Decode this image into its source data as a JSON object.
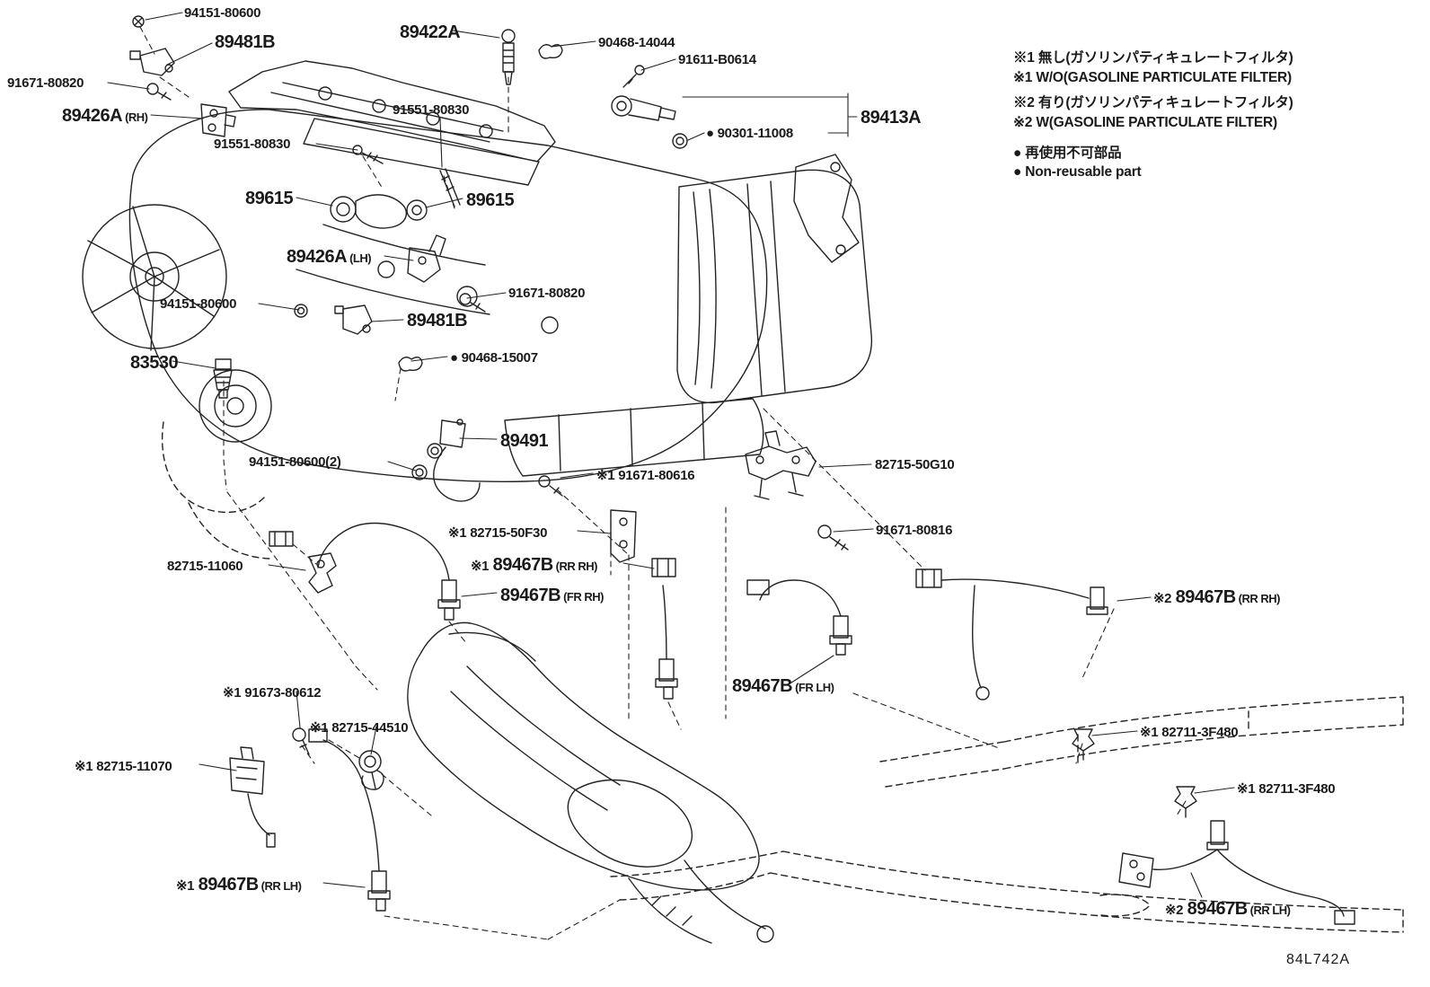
{
  "meta": {
    "code": "84L742A"
  },
  "legend": [
    "※1 無し(ガソリンパティキュレートフィルタ)",
    "※1 W/O(GASOLINE PARTICULATE FILTER)",
    "※2 有り(ガソリンパティキュレートフィルタ)",
    "※2 W(GASOLINE PARTICULATE FILTER)",
    "● 再使用不可部品",
    "● Non-reusable part"
  ],
  "labels": [
    {
      "pre": "",
      "num": "94151-80600",
      "suf": ""
    },
    {
      "pre": "",
      "num": "89481B",
      "suf": ""
    },
    {
      "pre": "",
      "num": "91671-80820",
      "suf": ""
    },
    {
      "pre": "",
      "num": "89426A",
      "suf": "(RH)"
    },
    {
      "pre": "",
      "num": "91551-80830",
      "suf": ""
    },
    {
      "pre": "",
      "num": "91551-80830",
      "suf": ""
    },
    {
      "pre": "",
      "num": "89422A",
      "suf": ""
    },
    {
      "pre": "",
      "num": "90468-14044",
      "suf": ""
    },
    {
      "pre": "",
      "num": "91611-B0614",
      "suf": ""
    },
    {
      "pre": "",
      "num": "89413A",
      "suf": ""
    },
    {
      "pre": "● ",
      "num": "90301-11008",
      "suf": ""
    },
    {
      "pre": "",
      "num": "89615",
      "suf": ""
    },
    {
      "pre": "",
      "num": "89615",
      "suf": ""
    },
    {
      "pre": "",
      "num": "89426A",
      "suf": "(LH)"
    },
    {
      "pre": "",
      "num": "91671-80820",
      "suf": ""
    },
    {
      "pre": "",
      "num": "94151-80600",
      "suf": ""
    },
    {
      "pre": "",
      "num": "89481B",
      "suf": ""
    },
    {
      "pre": "",
      "num": "83530",
      "suf": ""
    },
    {
      "pre": "● ",
      "num": "90468-15007",
      "suf": ""
    },
    {
      "pre": "",
      "num": "89491",
      "suf": ""
    },
    {
      "pre": "",
      "num": "94151-80600(2)",
      "suf": ""
    },
    {
      "pre": "※1 ",
      "num": "91671-80616",
      "suf": ""
    },
    {
      "pre": "",
      "num": "82715-50G10",
      "suf": ""
    },
    {
      "pre": "※1 ",
      "num": "82715-50F30",
      "suf": ""
    },
    {
      "pre": "",
      "num": "91671-80816",
      "suf": ""
    },
    {
      "pre": "",
      "num": "82715-11060",
      "suf": ""
    },
    {
      "pre": "※1 ",
      "num": "89467B",
      "suf": "(RR RH)"
    },
    {
      "pre": "",
      "num": "89467B",
      "suf": "(FR RH)"
    },
    {
      "pre": "※2 ",
      "num": "89467B",
      "suf": "(RR RH)"
    },
    {
      "pre": "",
      "num": "89467B",
      "suf": "(FR LH)"
    },
    {
      "pre": "※1 ",
      "num": "91673-80612",
      "suf": ""
    },
    {
      "pre": "※1 ",
      "num": "82715-44510",
      "suf": ""
    },
    {
      "pre": "※1 ",
      "num": "82715-11070",
      "suf": ""
    },
    {
      "pre": "※1 ",
      "num": "82711-3F480",
      "suf": ""
    },
    {
      "pre": "※1 ",
      "num": "82711-3F480",
      "suf": ""
    },
    {
      "pre": "※1 ",
      "num": "89467B",
      "suf": "(RR LH)"
    },
    {
      "pre": "※2 ",
      "num": "89467B",
      "suf": "(RR LH)"
    }
  ]
}
